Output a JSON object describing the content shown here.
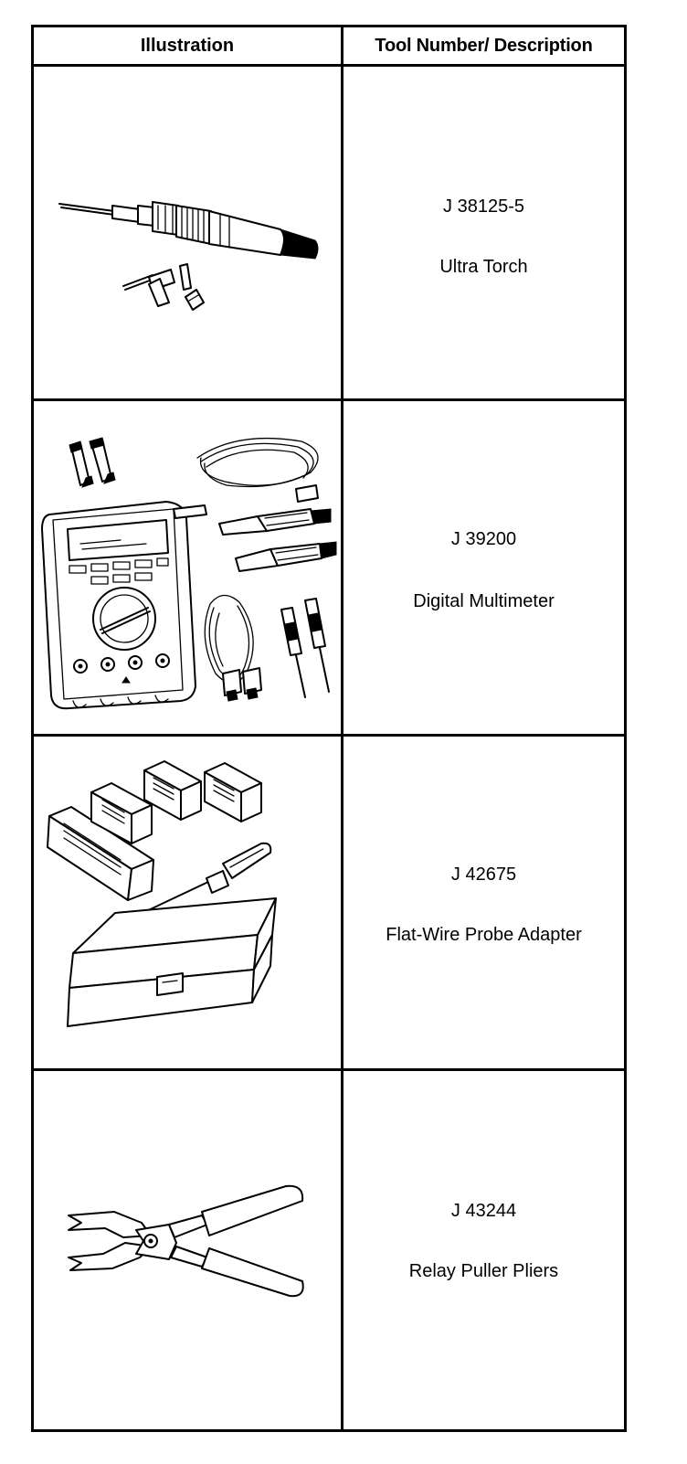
{
  "header": {
    "illustration": "Illustration",
    "tool": "Tool Number/ Description"
  },
  "rows": [
    {
      "number": "J 38125-5",
      "name": "Ultra Torch",
      "icon": "ultra-torch-illustration"
    },
    {
      "number": "J 39200",
      "name": "Digital Multimeter",
      "icon": "digital-multimeter-illustration"
    },
    {
      "number": "J 42675",
      "name": "Flat-Wire Probe Adapter",
      "icon": "flat-wire-probe-adapter-illustration"
    },
    {
      "number": "J 43244",
      "name": "Relay Puller Pliers",
      "icon": "relay-puller-pliers-illustration"
    }
  ]
}
